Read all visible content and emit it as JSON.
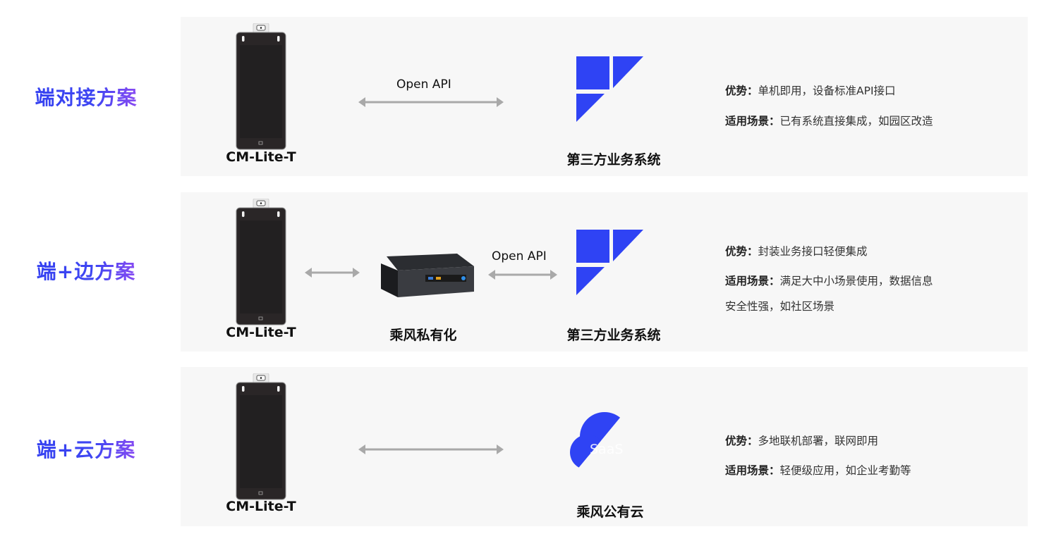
{
  "colors": {
    "brand_blue": "#2f3ff0",
    "brand_purple": "#c04ff0",
    "panel_bg": "#f7f7f7",
    "arrow": "#a9a9a9"
  },
  "schemes": [
    {
      "title": "端对接方案",
      "device_label": "CM-Lite-T",
      "api_label": "Open API",
      "target_label": "第三方业务系统",
      "advantage_label": "优势：",
      "advantage": "单机即用，设备标准API接口",
      "scenario_label": "适用场景：",
      "scenario": "已有系统直接集成，如园区改造"
    },
    {
      "title": "端+边方案",
      "device_label": "CM-Lite-T",
      "edge_label": "乘风私有化",
      "api_label": "Open API",
      "target_label": "第三方业务系统",
      "advantage_label": "优势：",
      "advantage": "封装业务接口轻便集成",
      "scenario_label": "适用场景：",
      "scenario": "满足大中小场景使用，数据信息",
      "scenario_line2": "安全性强，如社区场景"
    },
    {
      "title": "端+云方案",
      "device_label": "CM-Lite-T",
      "target_label": "乘风公有云",
      "cloud_text": "SaaS",
      "advantage_label": "优势：",
      "advantage": "多地联机部署，联网即用",
      "scenario_label": "适用场景：",
      "scenario": "轻便级应用，如企业考勤等"
    }
  ]
}
